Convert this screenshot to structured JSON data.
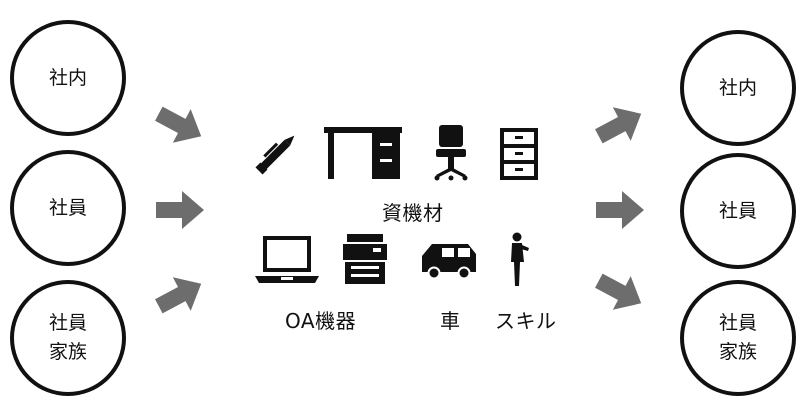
{
  "left_nodes": [
    "社内",
    "社員",
    "社員\n家族"
  ],
  "right_nodes": [
    "社内",
    "社員",
    "社員\n家族"
  ],
  "center": {
    "materials_label": "資機材",
    "oa_label": "OA機器",
    "car_label": "車",
    "skill_label": "スキル"
  },
  "icons": [
    "pen-icon",
    "desk-icon",
    "office-chair-icon",
    "filing-cabinet-icon",
    "laptop-icon",
    "copier-icon",
    "car-icon",
    "person-icon"
  ],
  "colors": {
    "arrow": "#6d6d6d",
    "stroke": "#111111"
  }
}
